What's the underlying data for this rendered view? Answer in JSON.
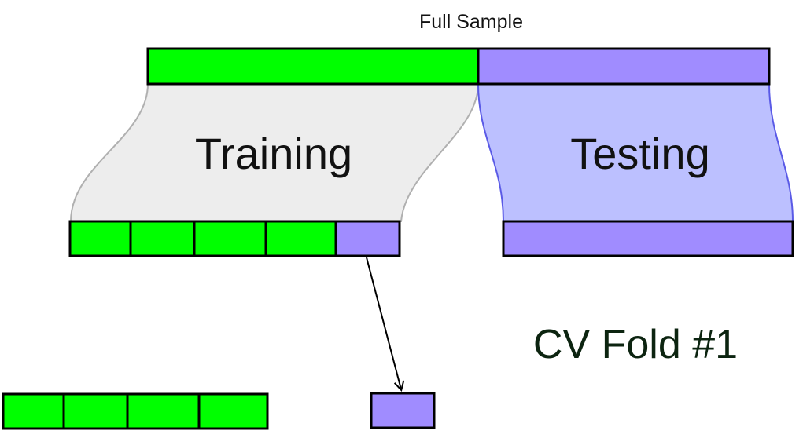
{
  "labels": {
    "full_sample": "Full Sample",
    "training": "Training",
    "testing": "Testing",
    "fold": "CV Fold #1"
  },
  "colors": {
    "train": "#00ff00",
    "test": "#a08cff",
    "train_band": "#ededed",
    "test_band": "#bcc0ff",
    "test_band_edge": "#5a5ae6",
    "train_band_edge": "#b0b0b0",
    "outline": "#000000"
  },
  "structure": {
    "full_sample": [
      "train",
      "test"
    ],
    "training_split_folds": [
      "train",
      "train",
      "train",
      "train",
      "test"
    ],
    "testing_block": [
      "test"
    ],
    "cv_train_folds": [
      "train",
      "train",
      "train",
      "train"
    ],
    "cv_validation": [
      "test"
    ]
  }
}
